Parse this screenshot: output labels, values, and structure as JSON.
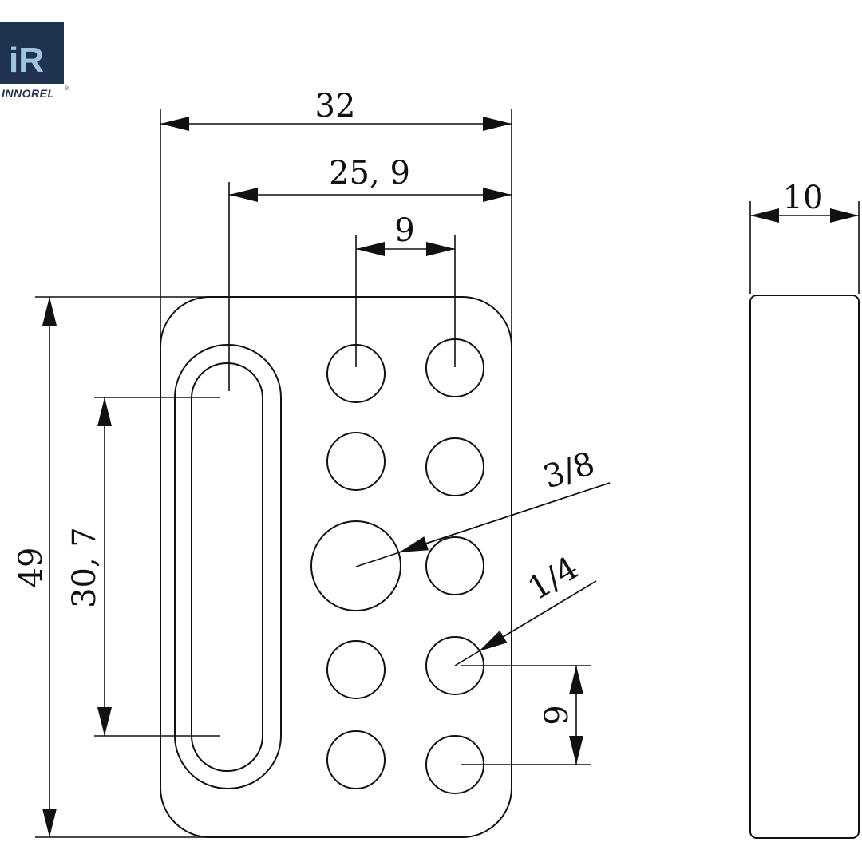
{
  "brand": {
    "mark": "iR",
    "name": "INNOREL",
    "reg": "®",
    "colors": {
      "badge": "#1f3350",
      "mark": "#9fc3e3"
    }
  },
  "dimensions": {
    "overall_width": "32",
    "slot_offset": "25, 9",
    "hole_pitch_horizontal": "9",
    "overall_height": "49",
    "slot_length": "30, 7",
    "hole_pitch_vertical": "9",
    "thickness": "10"
  },
  "callouts": {
    "large_thread": "3/8",
    "small_thread": "1/4"
  },
  "colors": {
    "line": "#111111",
    "background": "#ffffff"
  }
}
